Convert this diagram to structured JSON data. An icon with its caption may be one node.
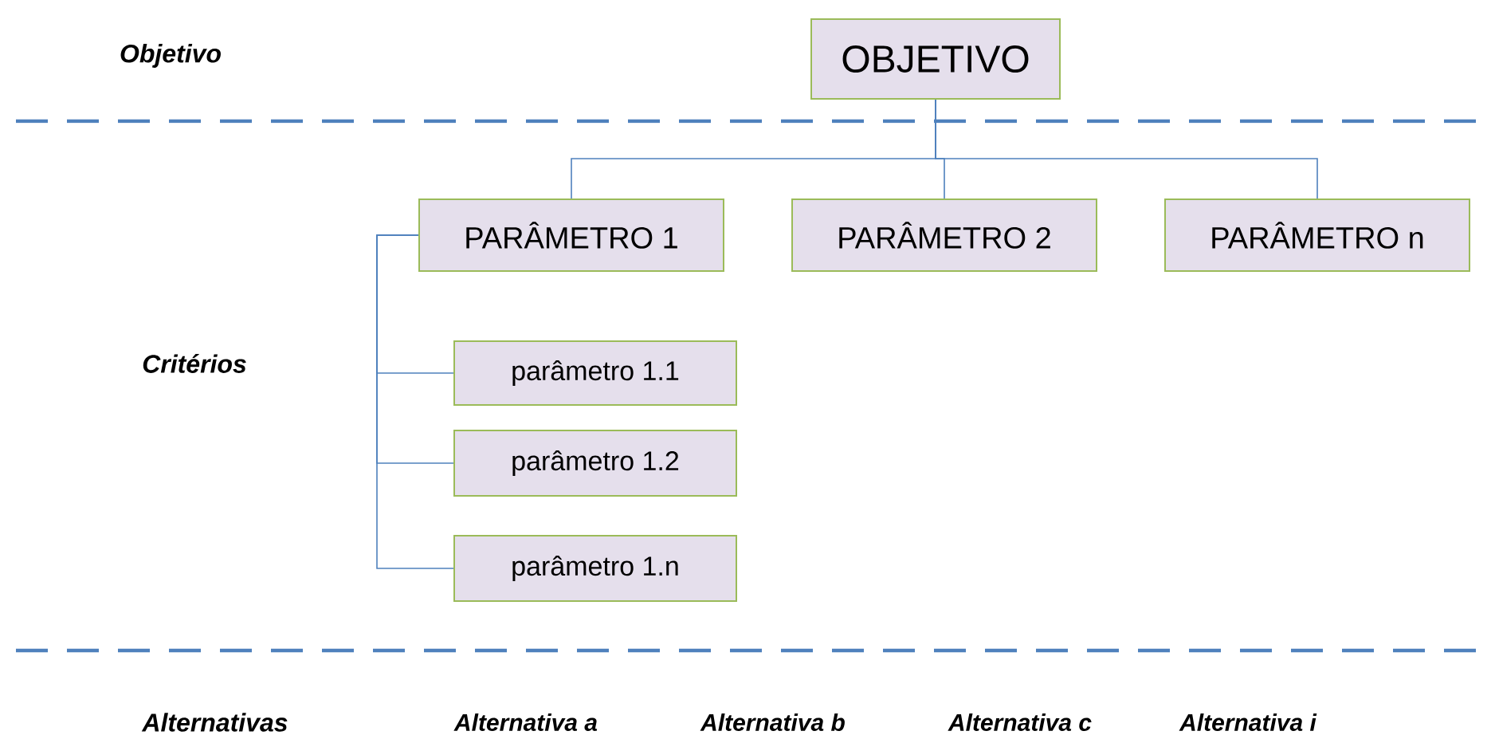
{
  "diagram": {
    "nodes": [
      {
        "text": [
          "OBJETIVO"
        ]
      },
      {
        "text": [
          "PARÂMETRO 1"
        ]
      },
      {
        "text": [
          "PARÂMETRO 2"
        ]
      },
      {
        "text": [
          "PARÂMETRO n"
        ]
      },
      {
        "text": [
          "parâmetro 1.1"
        ]
      },
      {
        "text": [
          "parâmetro 1.2"
        ]
      },
      {
        "text": [
          "parâmetro 1.n"
        ]
      }
    ],
    "edges": [
      {
        "from": 0,
        "to": 1,
        "arrow": "none"
      },
      {
        "from": 0,
        "to": 2,
        "arrow": "none"
      },
      {
        "from": 0,
        "to": 3,
        "arrow": "none"
      },
      {
        "from": 1,
        "to": 4,
        "arrow": "none"
      },
      {
        "from": 1,
        "to": 5,
        "arrow": "none"
      },
      {
        "from": 1,
        "to": 6,
        "arrow": "none"
      }
    ],
    "labels": [
      "Objetivo",
      "Critérios",
      "Alternativas",
      "Alternativa a",
      "Alternativa b",
      "Alternativa c",
      "Alternativa i"
    ]
  }
}
